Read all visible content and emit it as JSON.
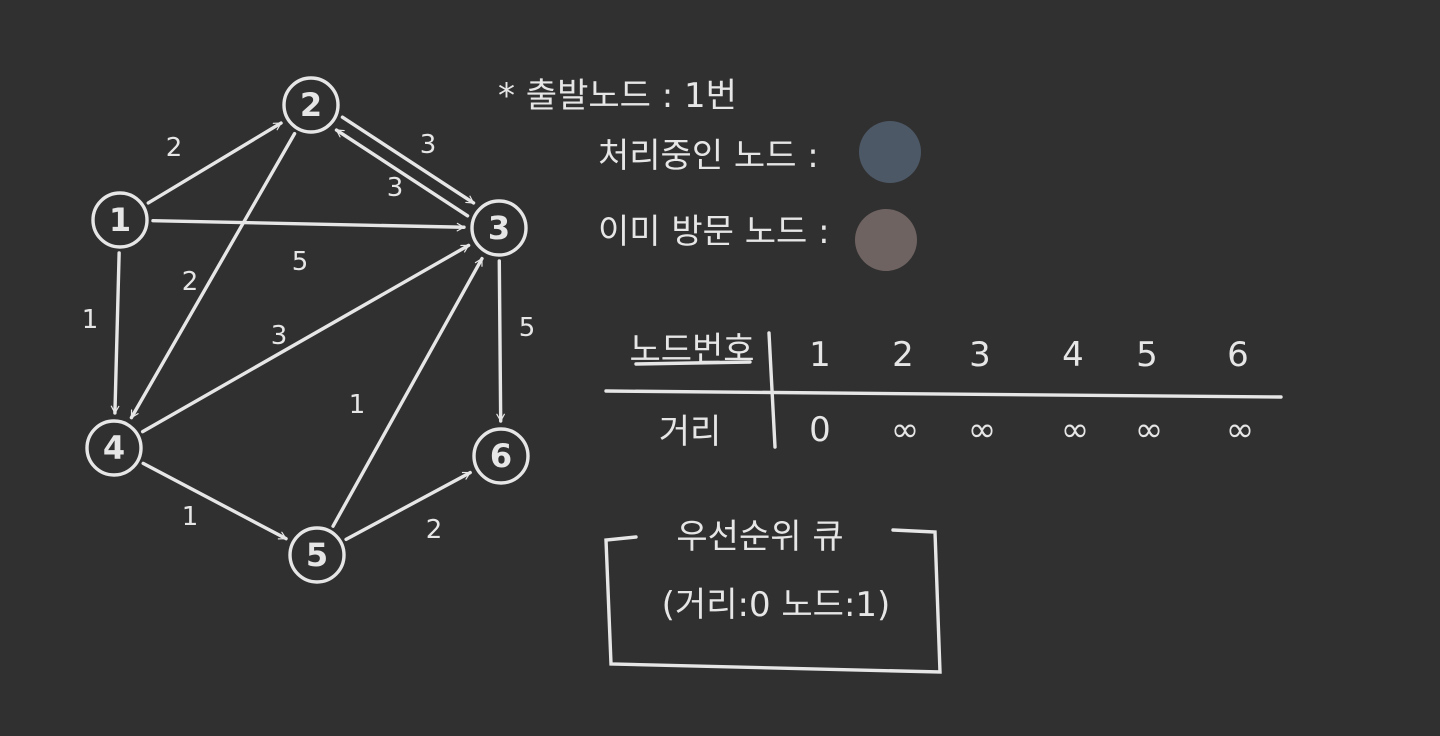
{
  "legend": {
    "start_label": "* 출발노드 : 1번",
    "processing_label": "처리중인 노드 :",
    "processing_color": "#4c5866",
    "visited_label": "이미 방문 노드 :",
    "visited_color": "#6f6362"
  },
  "graph": {
    "nodes": [
      {
        "id": "1",
        "label": "1"
      },
      {
        "id": "2",
        "label": "2"
      },
      {
        "id": "3",
        "label": "3"
      },
      {
        "id": "4",
        "label": "4"
      },
      {
        "id": "5",
        "label": "5"
      },
      {
        "id": "6",
        "label": "6"
      }
    ],
    "edges": [
      {
        "from": "1",
        "to": "2",
        "weight": "2"
      },
      {
        "from": "1",
        "to": "3",
        "weight": "5"
      },
      {
        "from": "1",
        "to": "4",
        "weight": "1"
      },
      {
        "from": "2",
        "to": "3",
        "weight": "3"
      },
      {
        "from": "3",
        "to": "2",
        "weight": "3"
      },
      {
        "from": "2",
        "to": "4",
        "weight": "2"
      },
      {
        "from": "4",
        "to": "3",
        "weight": "3"
      },
      {
        "from": "4",
        "to": "5",
        "weight": "1"
      },
      {
        "from": "5",
        "to": "3",
        "weight": "1"
      },
      {
        "from": "3",
        "to": "6",
        "weight": "5"
      },
      {
        "from": "5",
        "to": "6",
        "weight": "2"
      }
    ]
  },
  "table": {
    "row_header_node": "노드번호",
    "row_header_distance": "거리",
    "node_numbers": [
      "1",
      "2",
      "3",
      "4",
      "5",
      "6"
    ],
    "distances": [
      "0",
      "∞",
      "∞",
      "∞",
      "∞",
      "∞"
    ]
  },
  "queue": {
    "title": "우선순위 큐",
    "content": "(거리:0 노드:1)"
  }
}
